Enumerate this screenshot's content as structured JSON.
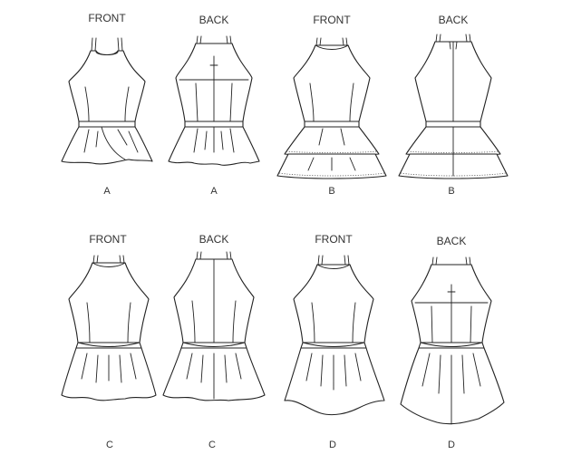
{
  "garments": [
    {
      "view": "FRONT",
      "letter": "A",
      "peplum": "wrap",
      "back": false
    },
    {
      "view": "BACK",
      "letter": "A",
      "peplum": "flare",
      "back": true
    },
    {
      "view": "FRONT",
      "letter": "B",
      "peplum": "tiered",
      "back": false
    },
    {
      "view": "BACK",
      "letter": "B",
      "peplum": "tiered",
      "back": true
    },
    {
      "view": "FRONT",
      "letter": "C",
      "peplum": "gathered",
      "back": false
    },
    {
      "view": "BACK",
      "letter": "C",
      "peplum": "gathered",
      "back": true
    },
    {
      "view": "FRONT",
      "letter": "D",
      "peplum": "hilo",
      "back": false
    },
    {
      "view": "BACK",
      "letter": "D",
      "peplum": "long",
      "back": true
    }
  ],
  "colors": {
    "line": "#222222",
    "text": "#333333",
    "background": "#ffffff"
  }
}
